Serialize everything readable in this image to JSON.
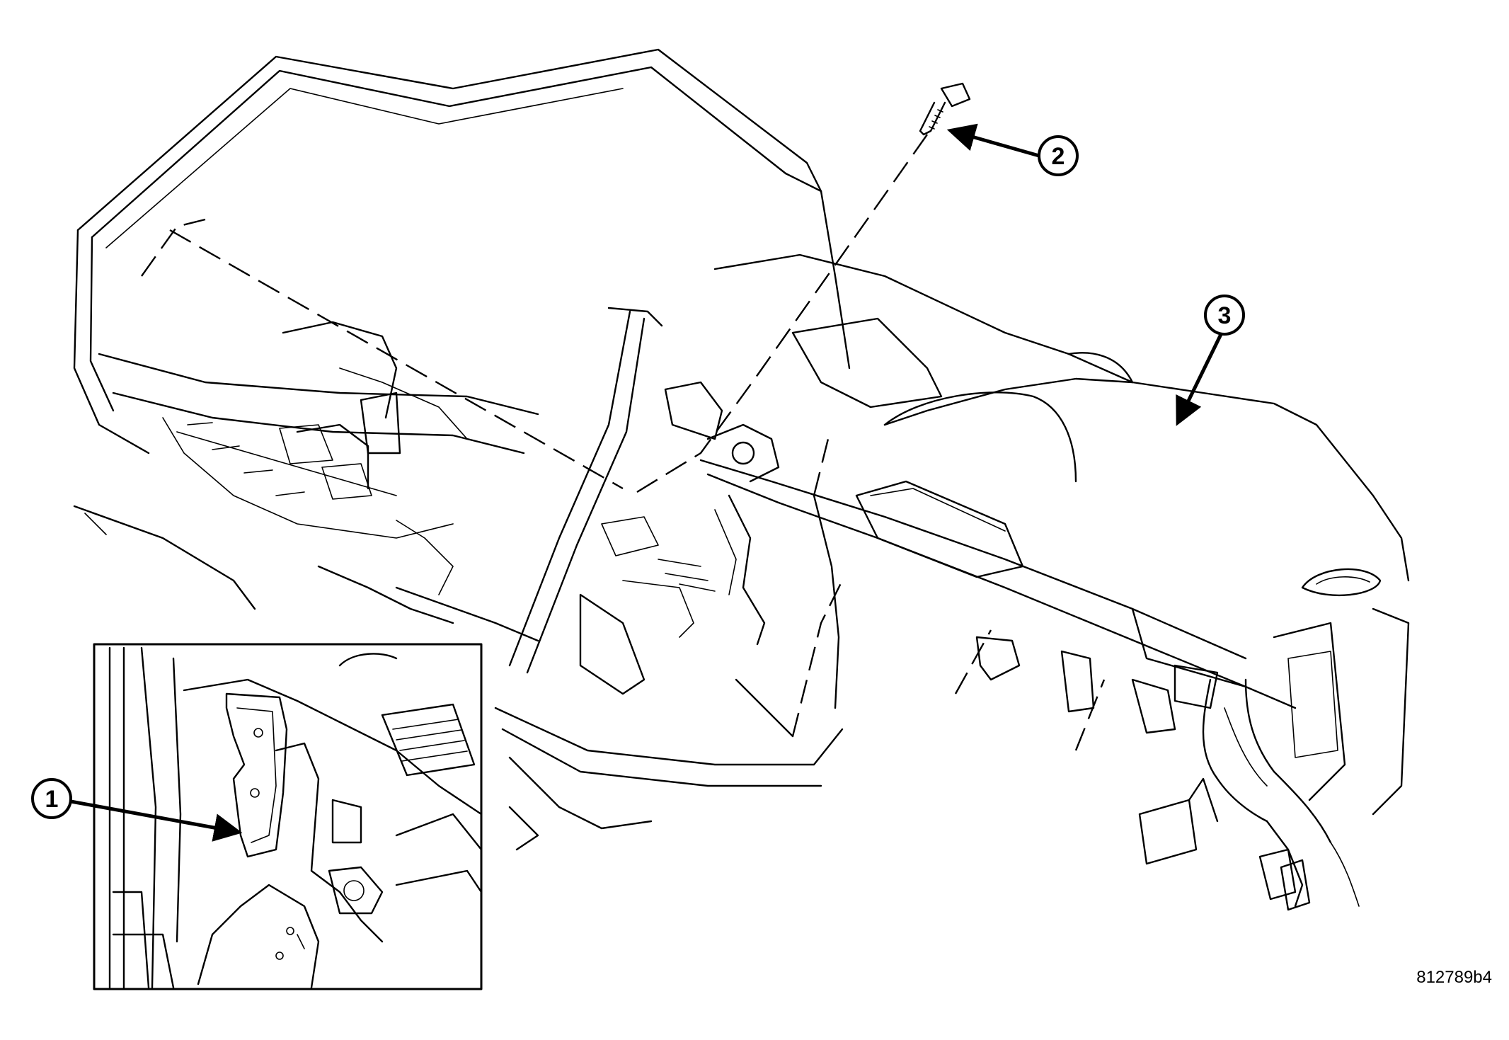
{
  "callouts": [
    {
      "label": "1"
    },
    {
      "label": "2"
    },
    {
      "label": "3"
    }
  ],
  "figure_id": "812789b4",
  "colors": {
    "ink": "#000000",
    "paper": "#ffffff"
  }
}
